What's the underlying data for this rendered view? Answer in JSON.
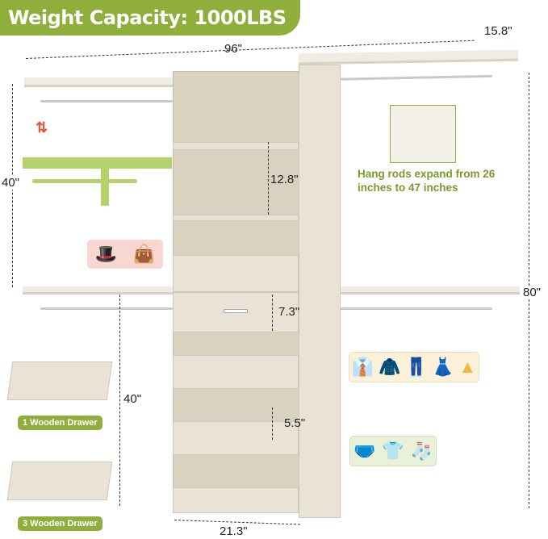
{
  "banner": {
    "title": "Weight Capacity: 1000LBS"
  },
  "dimensions": {
    "width": "96\"",
    "depth": "15.8\"",
    "upper_height": "40\"",
    "lower_height": "40\"",
    "total_height": "80\"",
    "shelf_gap": "12.8\"",
    "drawer_height": "7.3\"",
    "basket_gap": "5.5\"",
    "tower_width": "21.3\""
  },
  "notes": {
    "hang_rods": "Hang rods expand from 26 inches to 47 inches"
  },
  "labels": {
    "drawer_1": "1 Wooden Drawer",
    "drawer_3": "3 Wooden Drawer"
  },
  "colors": {
    "accent": "#8fae3c",
    "wood": "#e8e3d6",
    "clothes_icons": "#f4b63c",
    "baby_icons": "#8fc23a"
  },
  "icons": {
    "accessories": [
      "hat-icon",
      "handbag-icon"
    ],
    "clothes": [
      "shirt-icon",
      "jacket-icon",
      "pants-icon",
      "dress-icon",
      "skirt-icon"
    ],
    "baby": [
      "underwear-icon",
      "onesie-icon",
      "sock-icon"
    ]
  }
}
